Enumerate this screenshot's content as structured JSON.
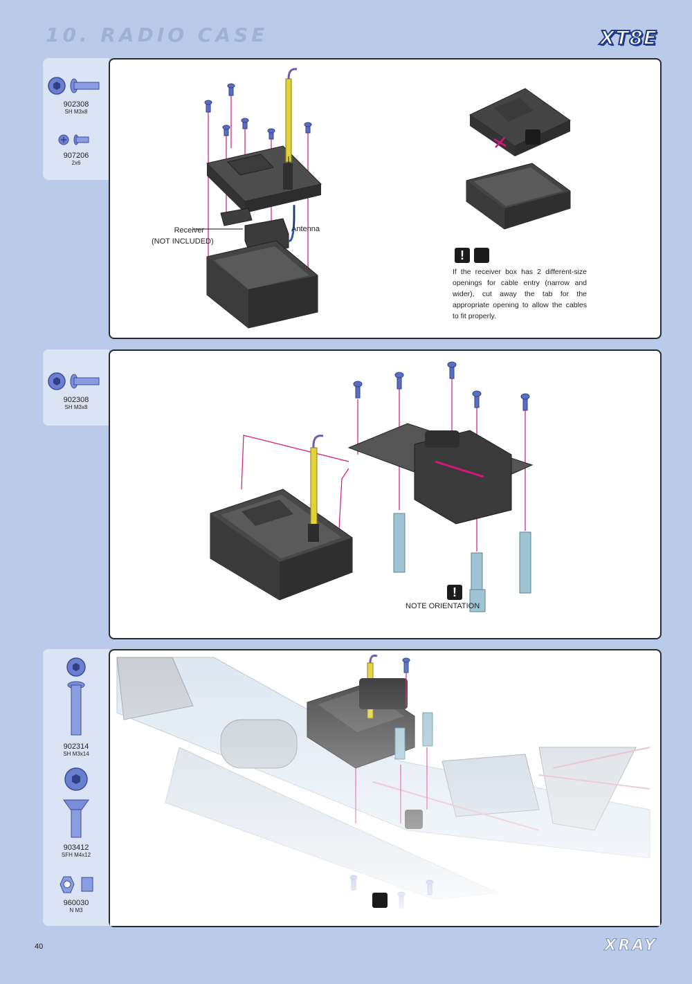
{
  "header": {
    "title": "10. RADIO CASE",
    "model_logo": "XT8E"
  },
  "step1": {
    "parts": [
      {
        "code": "902308",
        "desc": "SH M3x8"
      },
      {
        "code": "907206",
        "desc": "2x6"
      }
    ],
    "labels": {
      "receiver_line1": "Receiver",
      "receiver_line2": "(NOT INCLUDED)",
      "antenna": "Antenna"
    },
    "note": "If the receiver box has 2 different-size openings for cable entry (narrow and wider), cut away the tab for the appropriate opening to allow the cables to fit properly."
  },
  "step2": {
    "parts": [
      {
        "code": "902308",
        "desc": "SH M3x8"
      }
    ],
    "labels": {
      "note_orientation": "NOTE ORIENTATION"
    }
  },
  "step3": {
    "parts": [
      {
        "code": "902314",
        "desc": "SH M3x14"
      },
      {
        "code": "903412",
        "desc": "SFH M4x12"
      },
      {
        "code": "960030",
        "desc": "N M3"
      }
    ]
  },
  "footer": {
    "page_number": "40",
    "brand": "XRAY"
  },
  "colors": {
    "page_bg": "#b9cbe9",
    "side_bg": "#dbe4f4",
    "accent_magenta": "#d4167a",
    "screw_blue": "#5a6fc4"
  }
}
